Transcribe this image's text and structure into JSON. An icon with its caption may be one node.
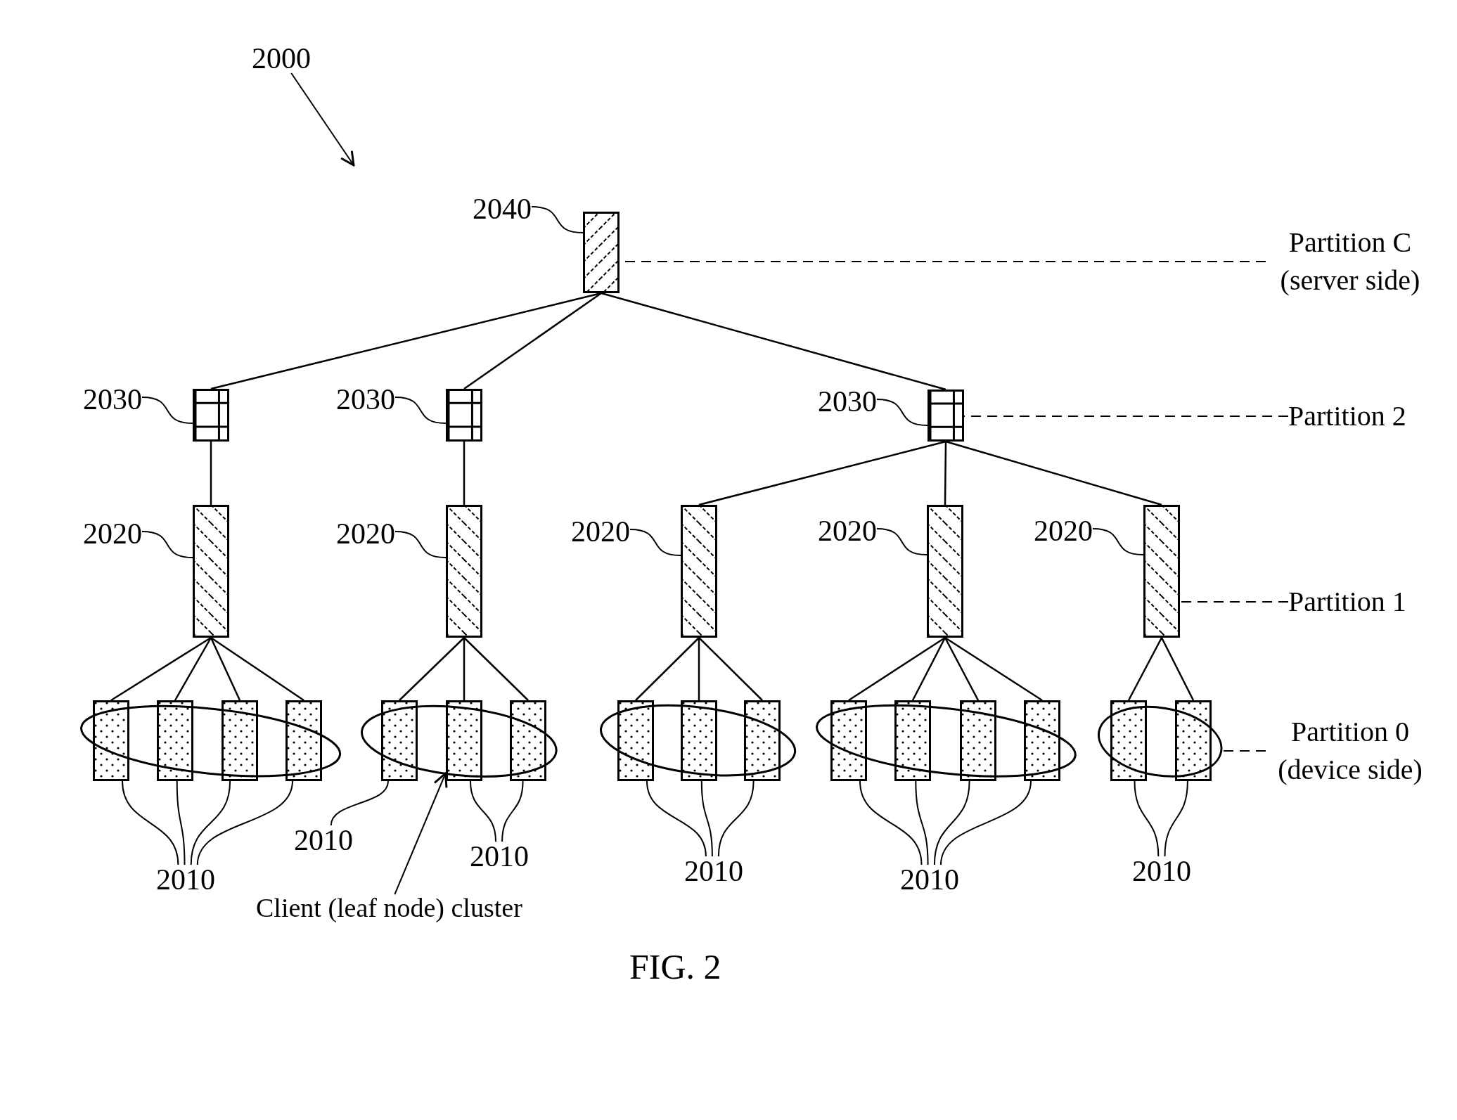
{
  "diagram": {
    "caption": "FIG. 2",
    "nodes": [
      {
        "text": [
          "2000"
        ]
      },
      {
        "text": [
          "2040"
        ]
      },
      {
        "text": [],
        "shape": "box"
      },
      {
        "text": [
          "Partition C (server side)"
        ]
      },
      {
        "text": [
          "2030"
        ]
      },
      {
        "text": [],
        "shape": "box"
      },
      {
        "text": [
          "2030"
        ]
      },
      {
        "text": [],
        "shape": "box"
      },
      {
        "text": [
          "2030"
        ]
      },
      {
        "text": [],
        "shape": "box"
      },
      {
        "text": [
          "Partition 2"
        ]
      },
      {
        "text": [
          "2020"
        ]
      },
      {
        "text": [],
        "shape": "box"
      },
      {
        "text": [
          "2020"
        ]
      },
      {
        "text": [],
        "shape": "box"
      },
      {
        "text": [
          "2020"
        ]
      },
      {
        "text": [],
        "shape": "box"
      },
      {
        "text": [
          "2020"
        ]
      },
      {
        "text": [],
        "shape": "box"
      },
      {
        "text": [
          "2020"
        ]
      },
      {
        "text": [],
        "shape": "box"
      },
      {
        "text": [
          "Partition 1"
        ]
      },
      {
        "text": [],
        "shape": "ellipse"
      },
      {
        "text": [],
        "shape": "box"
      },
      {
        "text": [],
        "shape": "box"
      },
      {
        "text": [],
        "shape": "box"
      },
      {
        "text": [],
        "shape": "box"
      },
      {
        "text": [],
        "shape": "ellipse"
      },
      {
        "text": [],
        "shape": "box"
      },
      {
        "text": [],
        "shape": "box"
      },
      {
        "text": [],
        "shape": "box"
      },
      {
        "text": [],
        "shape": "ellipse"
      },
      {
        "text": [],
        "shape": "box"
      },
      {
        "text": [],
        "shape": "box"
      },
      {
        "text": [],
        "shape": "box"
      },
      {
        "text": [],
        "shape": "ellipse"
      },
      {
        "text": [],
        "shape": "box"
      },
      {
        "text": [],
        "shape": "box"
      },
      {
        "text": [],
        "shape": "box"
      },
      {
        "text": [],
        "shape": "box"
      },
      {
        "text": [],
        "shape": "ellipse"
      },
      {
        "text": [],
        "shape": "box"
      },
      {
        "text": [],
        "shape": "box"
      },
      {
        "text": [
          "Partition 0 (device side)"
        ]
      },
      {
        "text": [
          "2010"
        ]
      },
      {
        "text": [
          "2010"
        ]
      },
      {
        "text": [
          "2010"
        ]
      },
      {
        "text": [
          "2010"
        ]
      },
      {
        "text": [
          "2010"
        ]
      },
      {
        "text": [
          "2010"
        ]
      },
      {
        "text": [
          "Client (leaf node) cluster"
        ]
      }
    ],
    "edges": [
      {
        "from": 0,
        "to": null,
        "arrow": "to"
      },
      {
        "from": 1,
        "to": 2,
        "arrow": "none"
      },
      {
        "from": 3,
        "to": 2,
        "arrow": "none",
        "style": "dashed"
      },
      {
        "from": 2,
        "to": 5,
        "arrow": "none"
      },
      {
        "from": 2,
        "to": 7,
        "arrow": "none"
      },
      {
        "from": 2,
        "to": 9,
        "arrow": "none"
      },
      {
        "from": 4,
        "to": 5,
        "arrow": "none"
      },
      {
        "from": 6,
        "to": 7,
        "arrow": "none"
      },
      {
        "from": 8,
        "to": 9,
        "arrow": "none"
      },
      {
        "from": 10,
        "to": 9,
        "arrow": "none",
        "style": "dashed"
      },
      {
        "from": 5,
        "to": 12,
        "arrow": "none"
      },
      {
        "from": 7,
        "to": 14,
        "arrow": "none"
      },
      {
        "from": 9,
        "to": 16,
        "arrow": "none"
      },
      {
        "from": 9,
        "to": 18,
        "arrow": "none"
      },
      {
        "from": 9,
        "to": 20,
        "arrow": "none"
      },
      {
        "from": 11,
        "to": 12,
        "arrow": "none"
      },
      {
        "from": 13,
        "to": 14,
        "arrow": "none"
      },
      {
        "from": 15,
        "to": 16,
        "arrow": "none"
      },
      {
        "from": 17,
        "to": 18,
        "arrow": "none"
      },
      {
        "from": 19,
        "to": 20,
        "arrow": "none"
      },
      {
        "from": 21,
        "to": 20,
        "arrow": "none",
        "style": "dashed"
      },
      {
        "from": 12,
        "to": 23,
        "arrow": "none"
      },
      {
        "from": 12,
        "to": 24,
        "arrow": "none"
      },
      {
        "from": 12,
        "to": 25,
        "arrow": "none"
      },
      {
        "from": 12,
        "to": 26,
        "arrow": "none"
      },
      {
        "from": 14,
        "to": 28,
        "arrow": "none"
      },
      {
        "from": 14,
        "to": 29,
        "arrow": "none"
      },
      {
        "from": 14,
        "to": 30,
        "arrow": "none"
      },
      {
        "from": 16,
        "to": 32,
        "arrow": "none"
      },
      {
        "from": 16,
        "to": 33,
        "arrow": "none"
      },
      {
        "from": 16,
        "to": 34,
        "arrow": "none"
      },
      {
        "from": 18,
        "to": 36,
        "arrow": "none"
      },
      {
        "from": 18,
        "to": 37,
        "arrow": "none"
      },
      {
        "from": 18,
        "to": 38,
        "arrow": "none"
      },
      {
        "from": 18,
        "to": 39,
        "arrow": "none"
      },
      {
        "from": 20,
        "to": 41,
        "arrow": "none"
      },
      {
        "from": 20,
        "to": 42,
        "arrow": "none"
      },
      {
        "from": 43,
        "to": 40,
        "arrow": "none",
        "style": "dashed"
      },
      {
        "from": 44,
        "to": 23,
        "arrow": "none"
      },
      {
        "from": 44,
        "to": 24,
        "arrow": "none"
      },
      {
        "from": 44,
        "to": 25,
        "arrow": "none"
      },
      {
        "from": 44,
        "to": 26,
        "arrow": "none"
      },
      {
        "from": 45,
        "to": 28,
        "arrow": "none"
      },
      {
        "from": 46,
        "to": 29,
        "arrow": "none"
      },
      {
        "from": 46,
        "to": 30,
        "arrow": "none"
      },
      {
        "from": 47,
        "to": 32,
        "arrow": "none"
      },
      {
        "from": 47,
        "to": 33,
        "arrow": "none"
      },
      {
        "from": 47,
        "to": 34,
        "arrow": "none"
      },
      {
        "from": 48,
        "to": 36,
        "arrow": "none"
      },
      {
        "from": 48,
        "to": 37,
        "arrow": "none"
      },
      {
        "from": 48,
        "to": 38,
        "arrow": "none"
      },
      {
        "from": 48,
        "to": 39,
        "arrow": "none"
      },
      {
        "from": 49,
        "to": 41,
        "arrow": "none"
      },
      {
        "from": 49,
        "to": 42,
        "arrow": "none"
      },
      {
        "from": 50,
        "to": 27,
        "arrow": "to"
      }
    ]
  }
}
